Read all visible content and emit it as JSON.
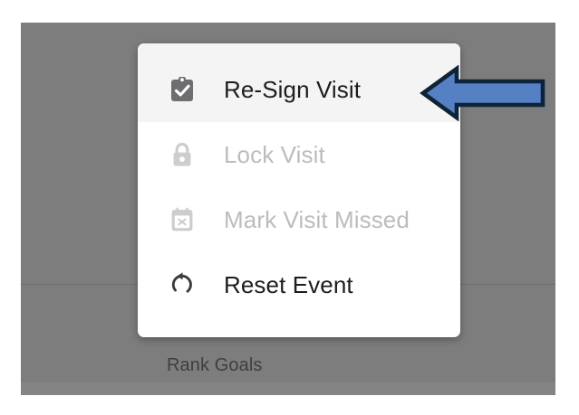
{
  "background": {
    "label": "Rank Goals",
    "color": "#7d7d7e",
    "label_color": "#3f3f42"
  },
  "context_menu": {
    "background_color": "#ffffff",
    "highlight_color": "#f4f4f5",
    "enabled_text_color": "#1d1d1f",
    "disabled_text_color": "#bcbcbe",
    "items": [
      {
        "label": "Re-Sign Visit",
        "icon": "clipboard-check-icon",
        "state": "highlighted",
        "enabled": true,
        "icon_color": "#6e6e70"
      },
      {
        "label": "Lock Visit",
        "icon": "lock-closed-icon",
        "state": "disabled",
        "enabled": false,
        "icon_color": "#cdcdcf"
      },
      {
        "label": "Mark Visit Missed",
        "icon": "calendar-x-icon",
        "state": "disabled",
        "enabled": false,
        "icon_color": "#cdcdcf"
      },
      {
        "label": "Reset Event",
        "icon": "reset-circular-arrow-icon",
        "state": "normal",
        "enabled": true,
        "icon_color": "#3c3c3e"
      }
    ]
  },
  "annotation": {
    "type": "arrow",
    "direction": "left",
    "points_at": "Re-Sign Visit",
    "fill_color": "#5580c4",
    "outline_color": "#0d2337"
  }
}
